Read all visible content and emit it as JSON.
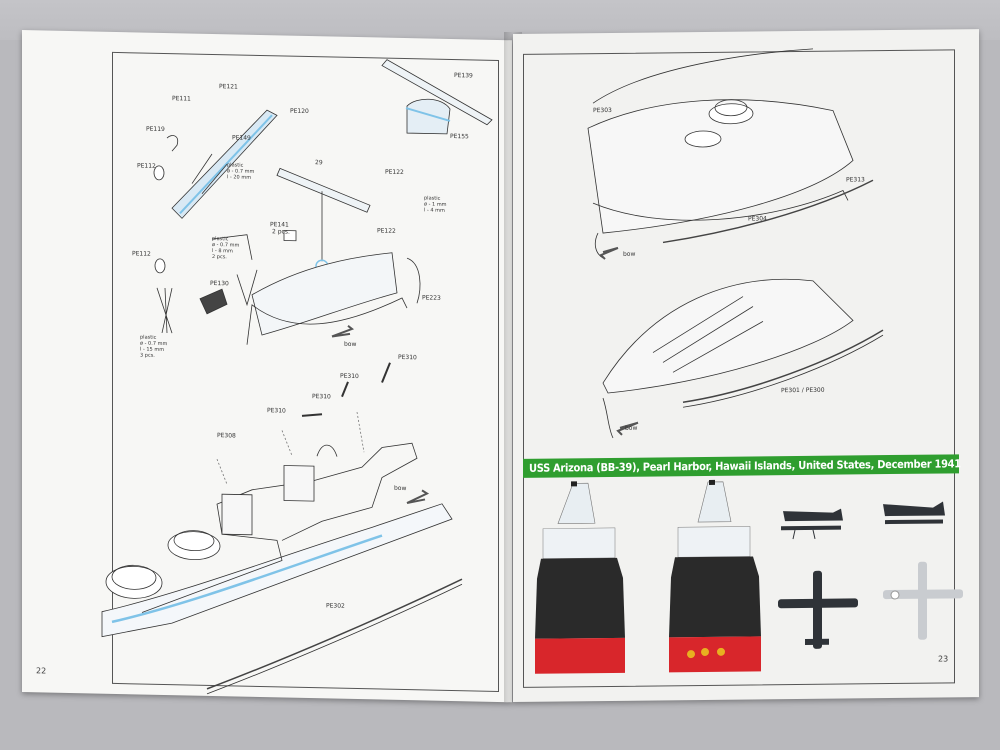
{
  "left_page": {
    "page_number": "22",
    "step_number": "29",
    "labels": {
      "pe111": "PE111",
      "pe121": "PE121",
      "pe120": "PE120",
      "pe119": "PE119",
      "pe149": "PE149",
      "pe112_top": "PE112",
      "pe112_mid": "PE112",
      "pe139": "PE139",
      "pe155": "PE155",
      "pe122_a": "PE122",
      "pe122_b": "PE122",
      "pe141": "PE141",
      "pe141_qty": "2 pcs.",
      "pe130": "PE130",
      "pe223": "PE223",
      "pe310_a": "PE310",
      "pe310_b": "PE310",
      "pe310_c": "PE310",
      "pe310_d": "PE310",
      "pe308": "PE308",
      "pe302": "PE302",
      "bow_1": "bow",
      "bow_2": "bow"
    },
    "notes": {
      "plastic_1": [
        "plastic",
        "ø - 0.7 mm",
        "l - 20 mm"
      ],
      "plastic_2": [
        "plastic",
        "ø - 1 mm",
        "l - 4 mm"
      ],
      "plastic_3": [
        "plastic",
        "ø - 0.7 mm",
        "l - 8 mm",
        "2 pcs."
      ],
      "plastic_4": [
        "plastic",
        "ø - 0.7 mm",
        "l - 15 mm",
        "3 pcs."
      ]
    }
  },
  "right_page": {
    "page_number": "23",
    "labels": {
      "pe303": "PE303",
      "pe313": "PE313",
      "pe304": "PE304",
      "pe301_pe300": "PE301 / PE300",
      "bow_1": "bow",
      "bow_2": "bow"
    },
    "marking_title": "USS Arizona (BB-39), Pearl Harbor, Hawaii Islands, United States, December 1941"
  },
  "colors": {
    "banner_green": "#2f9e2f",
    "hull_red": "#d8262b",
    "hull_dark": "#2a2a2a",
    "highlight_blue": "#7fc3e8",
    "flower_yellow": "#e8b020"
  }
}
